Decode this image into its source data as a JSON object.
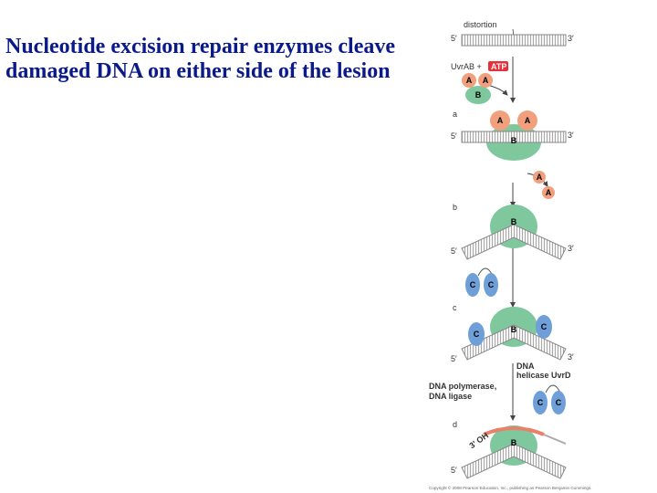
{
  "title": "Nucleotide excision repair enzymes cleave damaged DNA on either side of the lesion",
  "diagram": {
    "labels": {
      "distortion": "distortion",
      "five_prime": "5′",
      "three_prime": "3′",
      "uvrab": "UvrAB +",
      "atp": "ATP",
      "helicase_line1": "DNA",
      "helicase_line2": "helicase UvrD",
      "polymerase_line1": "DNA polymerase,",
      "polymerase_line2": "DNA ligase",
      "three_oh": "3′ OH"
    },
    "steps": [
      "a",
      "b",
      "c",
      "d"
    ],
    "subunits": {
      "a": "A",
      "b": "B",
      "c": "C"
    },
    "colors": {
      "uvrA": "#f1a07e",
      "uvrB": "#7fc79d",
      "uvrC": "#6f9fd8",
      "atp": "#e8303a",
      "repair": "#e8806a"
    }
  },
  "copyright": "Copyright © 2008 Pearson Education, Inc., publishing as Pearson Benjamin Cummings."
}
